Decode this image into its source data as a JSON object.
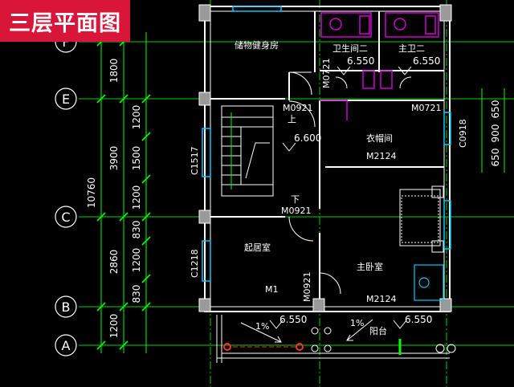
{
  "title": "三层平面图",
  "colors": {
    "background": "#000000",
    "wall": "#ffffff",
    "axis": "#00d000",
    "dimension": "#00ff00",
    "window": "#00c8ff",
    "fixture": "#d000d0",
    "stair": "#ffffff",
    "railing": "#ff3030",
    "title_bg": "#d8163a"
  },
  "grid_axes": [
    "F",
    "E",
    "C",
    "B",
    "A"
  ],
  "left_dimensions": {
    "total": "10760",
    "segments": [
      "1800",
      "3900",
      "2860",
      "1200"
    ],
    "detail": [
      "1200",
      "1500",
      "1200",
      "830",
      "1200",
      "830"
    ]
  },
  "right_dimensions": [
    "650",
    "900",
    "650"
  ],
  "rooms": [
    {
      "name": "储物健身房"
    },
    {
      "name": "卫生间二"
    },
    {
      "name": "主卫二"
    },
    {
      "name": "衣帽间"
    },
    {
      "name": "起居室"
    },
    {
      "name": "主卧室"
    },
    {
      "name": "阳台"
    }
  ],
  "elevations": [
    "6.550",
    "6.550",
    "6.600",
    "6.550",
    "6.550"
  ],
  "door_labels": [
    "M0721",
    "M0921",
    "M0721",
    "M2124",
    "M0921",
    "M1",
    "M0921",
    "M2124"
  ],
  "window_labels": [
    "C1517",
    "C1218",
    "C0918"
  ],
  "stair_labels": {
    "up": "上",
    "down": "下"
  },
  "slopes": [
    "1%",
    "1%"
  ]
}
